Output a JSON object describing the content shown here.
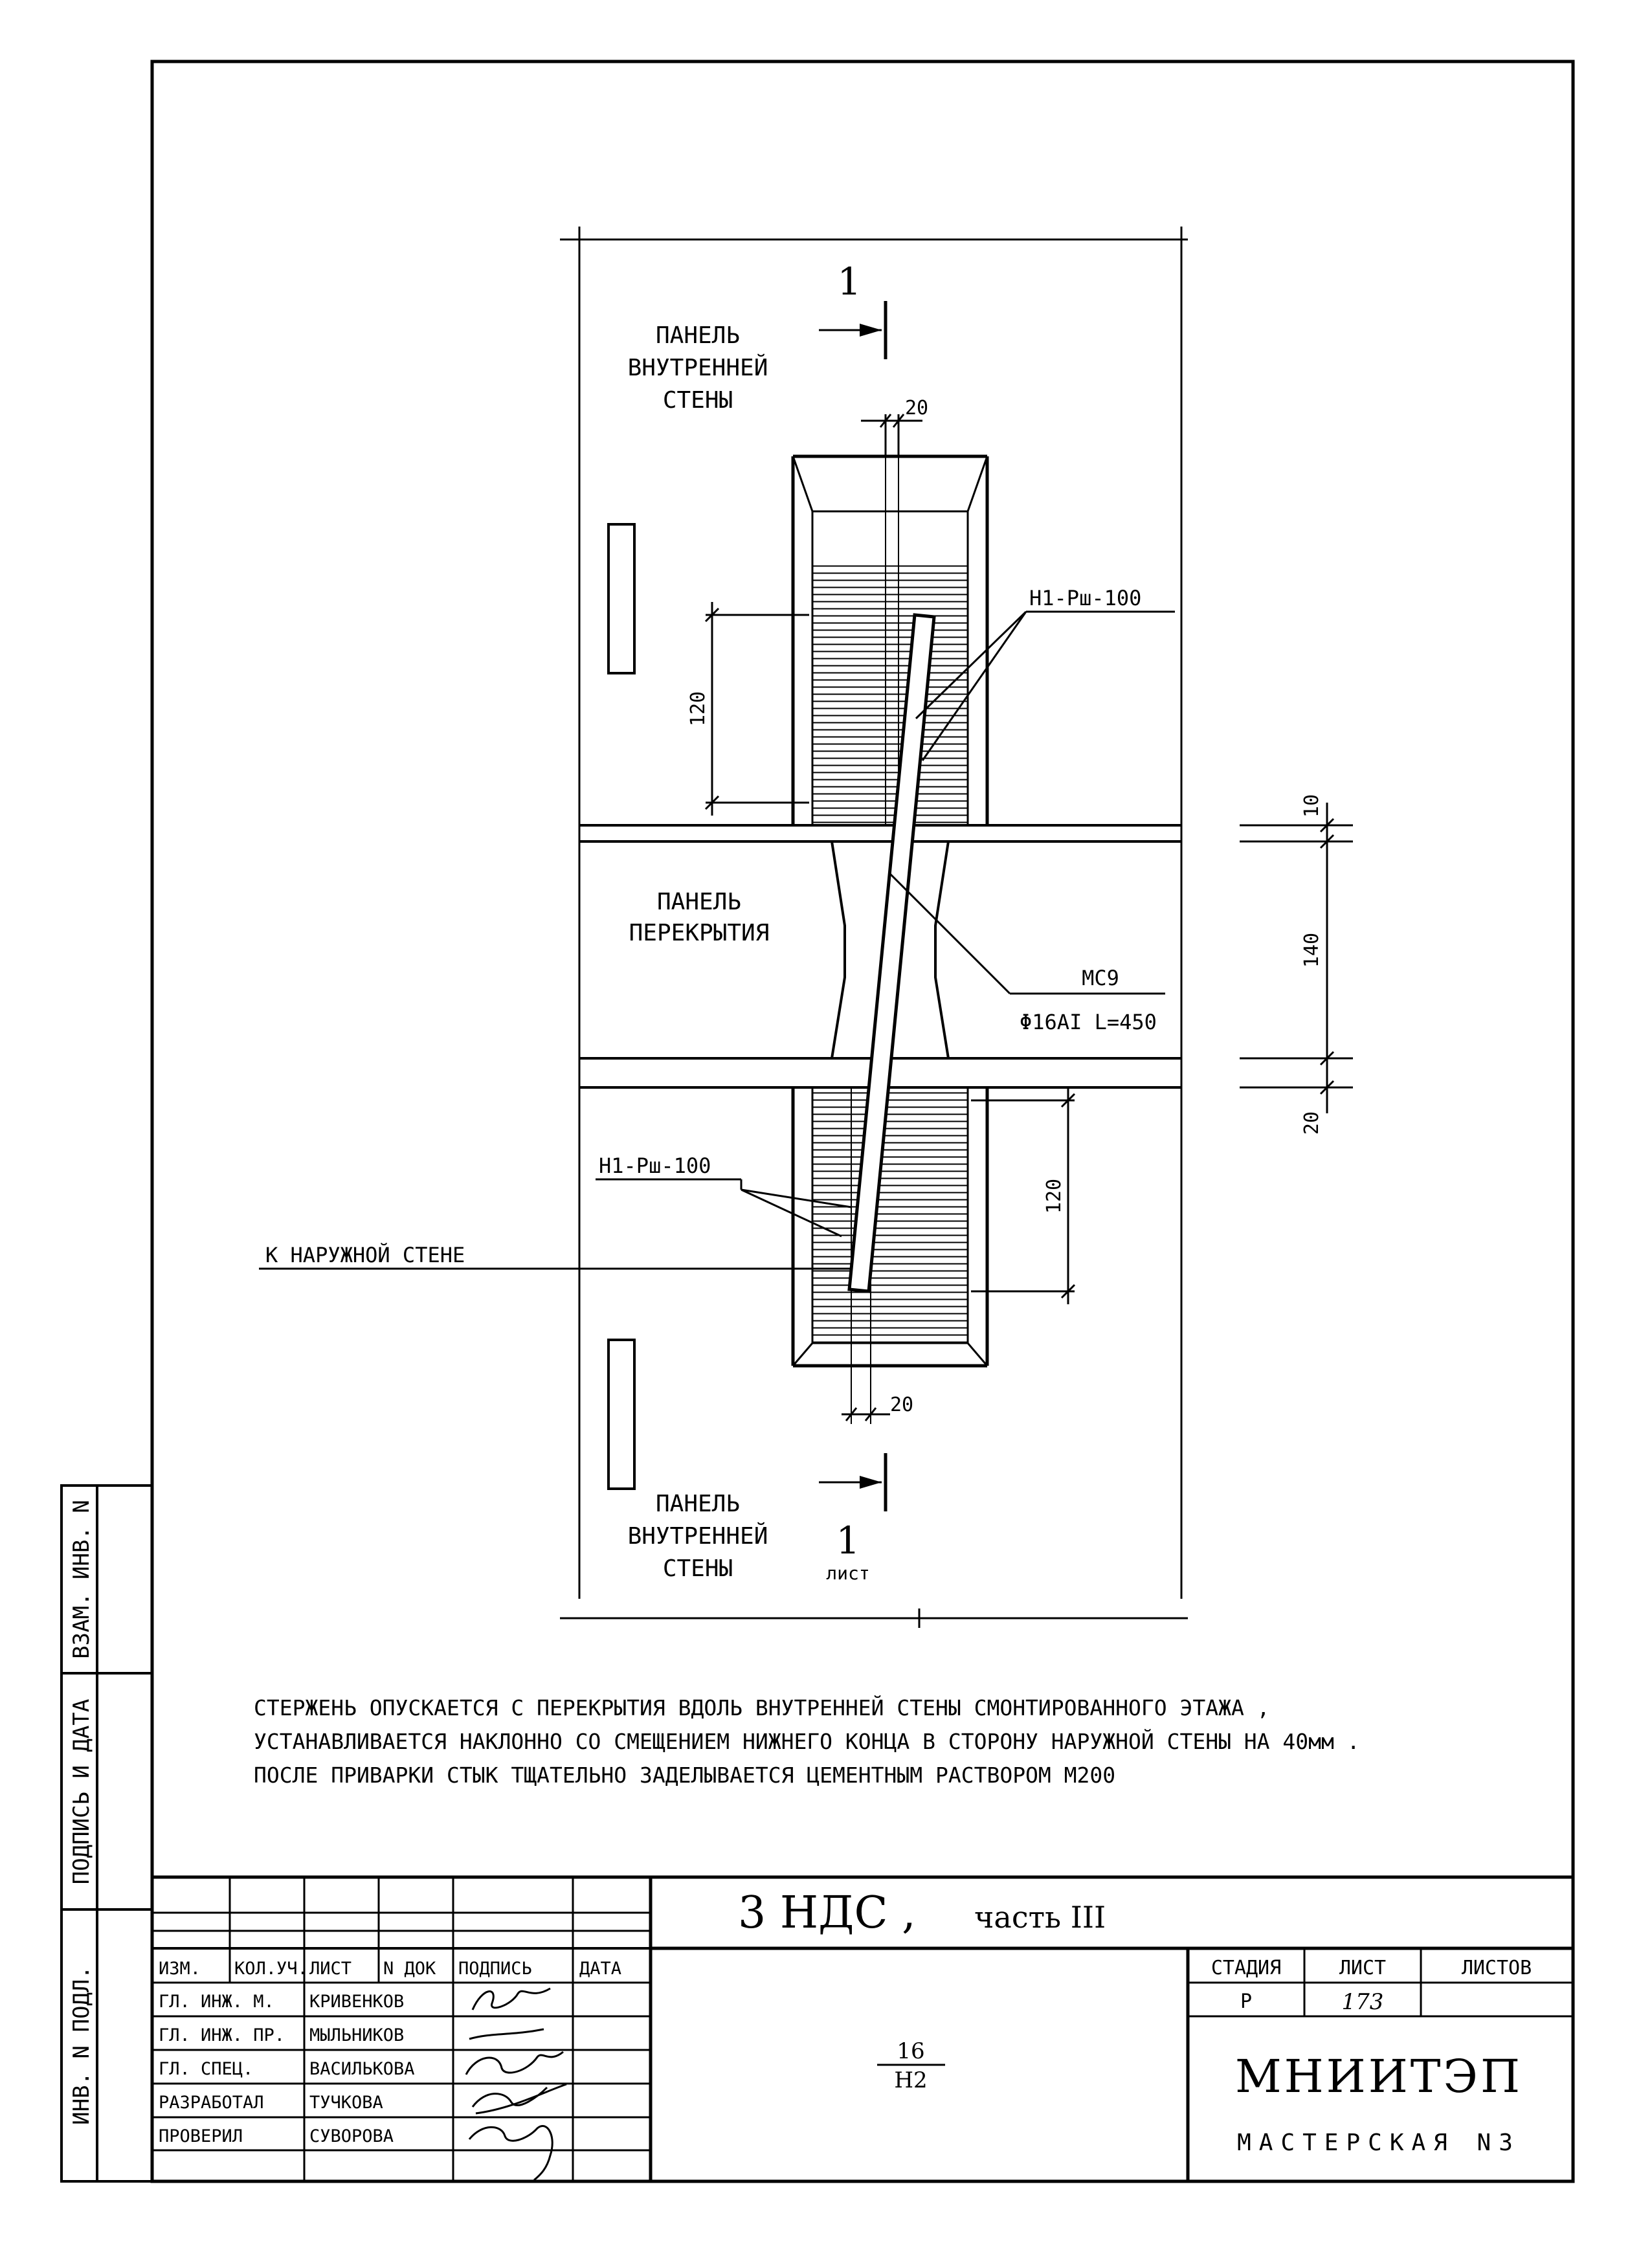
{
  "drawing": {
    "top_section_mark": "1",
    "bottom_section_mark": "1",
    "bottom_section_sub": "лист",
    "panel_wall_top": [
      "ПАНЕЛЬ",
      "ВНУТРЕННЕЙ",
      "СТЕНЫ"
    ],
    "panel_wall_bottom": [
      "ПАНЕЛЬ",
      "ВНУТРЕННЕЙ",
      "СТЕНЫ"
    ],
    "panel_slab": [
      "ПАНЕЛЬ",
      "ПЕРЕКРЫТИЯ"
    ],
    "weld_top": "Н1-Рш-100",
    "weld_bottom": "Н1-Рш-100",
    "part_mark": "МС9",
    "part_spec": "Φ16АI L=450",
    "outer_wall": "К НАРУЖНОЙ СТЕНЕ",
    "dims": {
      "top_offset": "20",
      "bottom_offset": "20",
      "top_weld_len": "120",
      "bottom_weld_len": "120",
      "gap_top": "10",
      "slab": "140",
      "gap_bottom": "20"
    }
  },
  "notes": [
    "СТЕРЖЕНЬ ОПУСКАЕТСЯ С ПЕРЕКРЫТИЯ ВДОЛЬ ВНУТРЕННЕЙ СТЕНЫ СМОНТИРОВАННОГО ЭТАЖА ,",
    "УСТАНАВЛИВАЕТСЯ НАКЛОННО СО СМЕЩЕНИЕМ НИЖНЕГО КОНЦА В СТОРОНУ НАРУЖНОЙ СТЕНЫ НА 40мм .",
    "ПОСЛЕ ПРИВАРКИ СТЫК ТЩАТЕЛЬНО ЗАДЕЛЫВАЕТСЯ ЦЕМЕНТНЫМ РАСТВОРОМ М200"
  ],
  "title_block": {
    "project": "3 НДС ,",
    "part": "часть III",
    "sheet_code_top": "16",
    "sheet_code_bottom": "Н2",
    "headers": [
      "ИЗМ.",
      "КОЛ.УЧ.",
      "ЛИСТ",
      "N ДОК",
      "ПОДПИСЬ",
      "ДАТА"
    ],
    "roles": [
      "ГЛ. ИНЖ. М.",
      "ГЛ. ИНЖ. ПР.",
      "ГЛ. СПЕЦ.",
      "РАЗРАБОТАЛ",
      "ПРОВЕРИЛ"
    ],
    "names": [
      "КРИВЕНКОВ",
      "МЫЛЬНИКОВ",
      "ВАСИЛЬКОВА",
      "ТУЧКОВА",
      "СУВОРОВА"
    ],
    "stage_label": "СТАДИЯ",
    "sheet_label": "ЛИСТ",
    "sheets_label": "ЛИСТОВ",
    "stage": "Р",
    "sheet": "173",
    "sheets": "",
    "org": "МНИИТЭП",
    "workshop": "МАСТЕРСКАЯ N3"
  },
  "side_stamp": {
    "inv_orig": "ИНВ. N ПОДЛ.",
    "sign_date": "ПОДПИСЬ И ДАТА",
    "inv_repl": "ВЗАМ. ИНВ. N"
  }
}
